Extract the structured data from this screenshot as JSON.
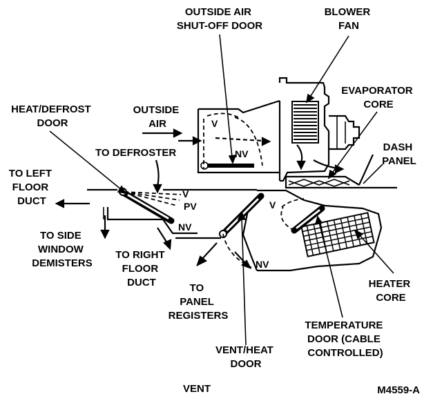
{
  "labels": {
    "outside_air_door": [
      "OUTSIDE AIR",
      "SHUT-OFF DOOR"
    ],
    "blower_fan": [
      "BLOWER",
      "FAN"
    ],
    "evaporator_core": [
      "EVAPORATOR",
      "CORE"
    ],
    "heat_defrost_door": [
      "HEAT/DEFROST",
      "DOOR"
    ],
    "outside_air": [
      "OUTSIDE",
      "AIR"
    ],
    "to_defroster": "TO DEFROSTER",
    "dash_panel": [
      "DASH",
      "PANEL"
    ],
    "to_left_floor_duct": [
      "TO LEFT",
      "FLOOR",
      "DUCT"
    ],
    "to_side_window": [
      "TO SIDE",
      "WINDOW",
      "DEMISTERS"
    ],
    "to_right_floor_duct": [
      "TO RIGHT",
      "FLOOR",
      "DUCT"
    ],
    "to_panel_registers": [
      "TO",
      "PANEL",
      "REGISTERS"
    ],
    "heater_core": [
      "HEATER",
      "CORE"
    ],
    "temperature_door": [
      "TEMPERATURE",
      "DOOR (CABLE",
      "CONTROLLED)"
    ],
    "vent_heat_door": [
      "VENT/HEAT",
      "DOOR"
    ],
    "mode": "VENT",
    "figure_id": "M4559-A"
  },
  "door_positions": {
    "outside_air_v": "V",
    "outside_air_nv": "NV",
    "defrost_v": "V",
    "defrost_pv": "PV",
    "defrost_nv": "NV",
    "vent_heat_v": "V",
    "vent_heat_nv": "NV"
  }
}
